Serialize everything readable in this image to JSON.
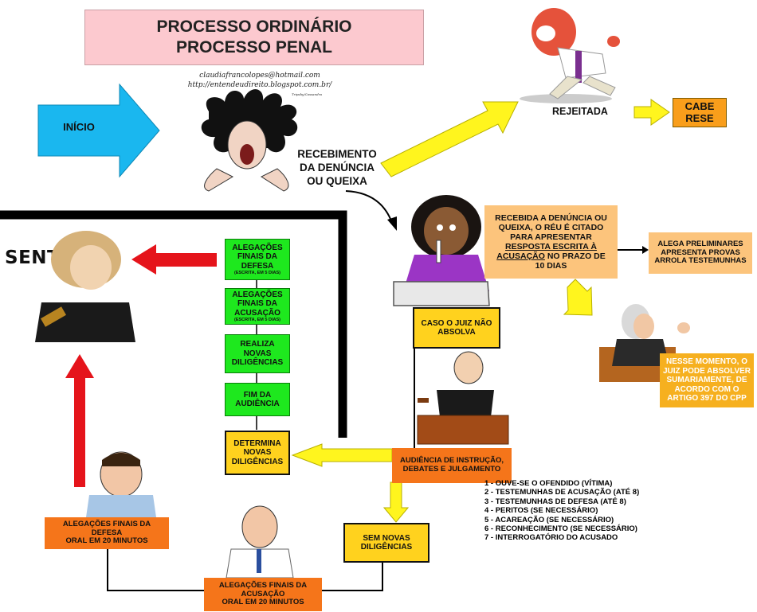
{
  "title": {
    "line1": "PROCESSO ORDINÁRIO",
    "line2": "PROCESSO PENAL"
  },
  "credits": {
    "email": "claudiafrancolopes@hotmail.com",
    "blog": "http://entendeudireito.blogspot.com.br/",
    "artist": "Tripsby/Cassandra"
  },
  "start_label": "INÍCIO",
  "receipt_label": [
    "RECEBIMENTO",
    "DA DENÚNCIA",
    "OU QUEIXA"
  ],
  "rejected": {
    "label": "REJEITADA",
    "outcome": [
      "CABE",
      "RESE"
    ]
  },
  "citation": {
    "line1": "RECEBIDA A DENÚNCIA OU",
    "line2": "QUEIXA, O RÉU É CITADO",
    "line3": "PARA APRESENTAR",
    "underlined1": "RESPOSTA ESCRITA À",
    "underlined2": "ACUSAÇÃO",
    "line5_rest": " NO PRAZO DE",
    "line6": "10 DIAS"
  },
  "defense_claims": [
    "ALEGA PRELIMINARES",
    "APRESENTA PROVAS",
    "ARROLA TESTEMUNHAS"
  ],
  "summary_acquittal": [
    "NESSE MOMENTO, O",
    "JUIZ PODE ABSOLVER",
    "SUMARIAMENTE, DE",
    "ACORDO COM O",
    "ARTIGO 397 DO CPP"
  ],
  "if_not_acquit": [
    "CASO O JUIZ NÃO",
    "ABSOLVA"
  ],
  "hearing": [
    "AUDIÊNCIA DE INSTRUÇÃO,",
    "DEBATES E JULGAMENTO"
  ],
  "hearing_steps": [
    "1 - OUVE-SE O OFENDIDO (VÍTIMA)",
    "2 - TESTEMUNHAS DE ACUSAÇÃO (ATÉ 8)",
    "3 - TESTEMUNHAS DE DEFESA (ATÉ 8)",
    "4 - PERITOS (SE NECESSÁRIO)",
    "5 - ACAREAÇÃO (SE NECESSÁRIO)",
    "6 - RECONHECIMENTO (SE NECESSÁRIO)",
    "7 - INTERROGATÓRIO DO ACUSADO"
  ],
  "orders_diligences": [
    "DETERMINA",
    "NOVAS",
    "DILIGÊNCIAS"
  ],
  "no_diligences": [
    "SEM NOVAS",
    "DILIGÊNCIAS"
  ],
  "green_steps": {
    "fim": [
      "FIM DA",
      "AUDIÊNCIA"
    ],
    "realiza": [
      "REALIZA",
      "NOVAS",
      "DILIGÊNCIAS"
    ],
    "acusacao": [
      "ALEGAÇÕES",
      "FINAIS DA",
      "ACUSAÇÃO"
    ],
    "acusacao_note": "(ESCRITA, EM 5 DIAS)",
    "defesa": [
      "ALEGAÇÕES",
      "FINAIS DA",
      "DEFESA"
    ],
    "defesa_note": "(ESCRITA, EM 5 DIAS)"
  },
  "oral_defense": [
    "ALEGAÇÕES FINAIS DA",
    "DEFESA",
    "ORAL EM 20 MINUTOS"
  ],
  "oral_prosecution": [
    "ALEGAÇÕES FINAIS DA",
    "ACUSAÇÃO",
    "ORAL EM 20 MINUTOS"
  ],
  "sentence_label": "SENTENÇA",
  "colors": {
    "green": "#1ee81e",
    "orange": "#f5751a",
    "yellow": "#ffd21e",
    "peach": "#fcc47c",
    "cyan": "#1ab7ef",
    "red": "#e5141b",
    "arrow_yellow": "#fff51e"
  }
}
